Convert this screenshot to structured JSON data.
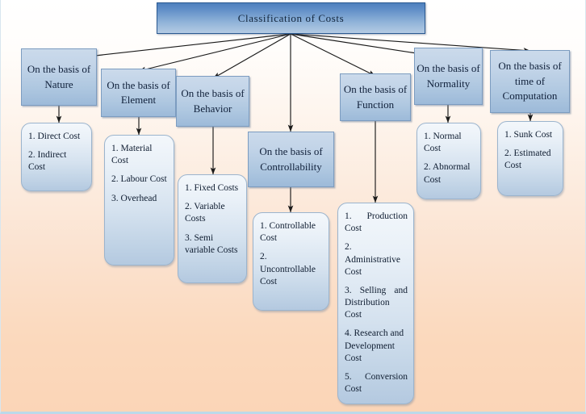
{
  "diagram": {
    "title": "Classification of Costs",
    "colors": {
      "root_fill_top": "#4e80bd",
      "root_fill_bottom": "#b4cbe3",
      "root_border": "#2b5a92",
      "category_fill_top": "#cbdaeb",
      "category_fill_bottom": "#9dbad9",
      "leaf_fill_top": "#f3f7fb",
      "leaf_fill_bottom": "#b4c9e0",
      "edge": "#1a1a1a",
      "background_top": "#ffffff",
      "background_bottom": "#fbd5b7"
    },
    "branches": [
      {
        "key": "nature",
        "label": "On the basis of Nature",
        "items": [
          "1. Direct Cost",
          "2. Indirect Cost"
        ]
      },
      {
        "key": "element",
        "label": "On the basis of Element",
        "items": [
          "1. Material Cost",
          "2. Labour Cost",
          "3. Overhead"
        ]
      },
      {
        "key": "behavior",
        "label": "On the basis of Behavior",
        "items": [
          "1. Fixed Costs",
          "2. Variable Costs",
          "3. Semi variable Costs"
        ]
      },
      {
        "key": "controllability",
        "label": "On the basis of Controllability",
        "items": [
          "1. Controllable Cost",
          "2. Uncontrollable Cost"
        ]
      },
      {
        "key": "function",
        "label": "On the basis of Function",
        "items": [
          "1.    Production Cost",
          "2. Administrative Cost",
          "3.  Selling  and Distribution Cost",
          "4. Research and Development Cost",
          "5.    Conversion Cost"
        ]
      },
      {
        "key": "normality",
        "label": "On the basis of Normality",
        "items": [
          "1. Normal Cost",
          "2. Abnormal Cost"
        ]
      },
      {
        "key": "computation",
        "label": "On the basis of time of Computation",
        "items": [
          "1. Sunk Cost",
          "2. Estimated Cost"
        ]
      }
    ]
  }
}
